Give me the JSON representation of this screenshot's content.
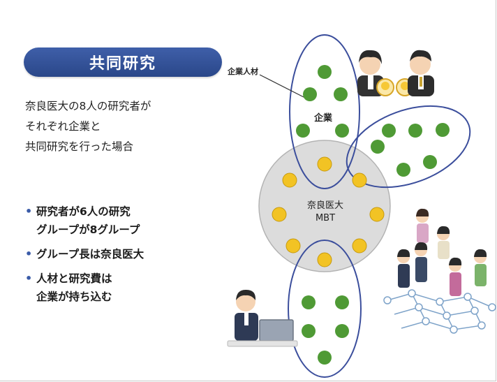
{
  "title": "共同研究",
  "intro_lines": [
    "奈良医大の8人の研究者が",
    "それぞれ企業と",
    "共同研究を行った場合"
  ],
  "bullets": [
    {
      "lines": [
        "研究者が6人の研究",
        "グループが8グループ"
      ]
    },
    {
      "lines": [
        "グループ長は奈良医大"
      ]
    },
    {
      "lines": [
        "人材と研究費は",
        "企業が持ち込む"
      ]
    }
  ],
  "diagram": {
    "callout_label": "企業人材",
    "company_label": "企業",
    "center_label_line1": "奈良医大",
    "center_label_line2": "MBT"
  },
  "colors": {
    "accent_blue": "#2f4f97",
    "ellipse_stroke": "#3b4e9c",
    "circle_fill": "#dcdcdc",
    "green_dot": "#4f9a35",
    "yellow_dot": "#f2c324"
  },
  "icons": {
    "bullet": "•"
  }
}
